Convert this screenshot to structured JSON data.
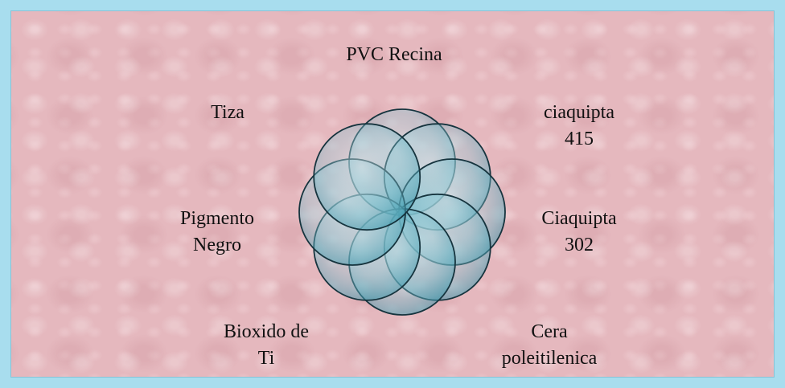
{
  "diagram": {
    "labels": {
      "pvc_recina": [
        "PVC Recina"
      ],
      "tiza": [
        "Tiza"
      ],
      "ciaquipta_415": [
        "ciaquipta",
        "415"
      ],
      "pigmento_negro": [
        "Pigmento",
        "Negro"
      ],
      "ciaquipta_302": [
        "Ciaquipta",
        "302"
      ],
      "bioxido_de_ti": [
        "Bioxido de",
        "Ti"
      ],
      "cera_poleitilenica": [
        "Cera",
        "poleitilenica"
      ]
    }
  },
  "colors": {
    "frame": "#a8ddee",
    "background": "#e5b8be",
    "circle_stroke": "#16343e",
    "circle_fill_center": "#e4f4f7",
    "circle_fill_mid": "#86c9d6",
    "circle_fill_edge": "#3f9aae",
    "text": "#111111"
  }
}
